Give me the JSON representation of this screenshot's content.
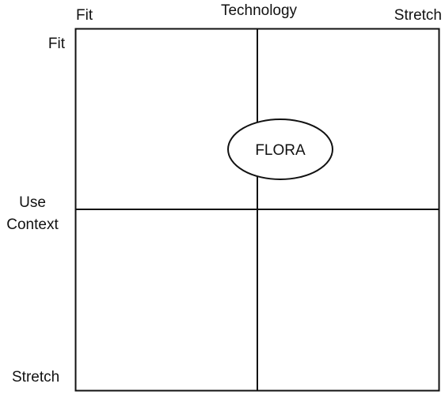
{
  "diagram": {
    "top_axis": {
      "title": "Technology",
      "left_label": "Fit",
      "right_label": "Stretch"
    },
    "left_axis": {
      "title_line1": "Use",
      "title_line2": "Context",
      "top_label": "Fit",
      "bottom_label": "Stretch"
    },
    "ellipse_label": "FLORA",
    "colors": {
      "stroke": "#111111",
      "background": "#ffffff",
      "text": "#111111"
    }
  }
}
